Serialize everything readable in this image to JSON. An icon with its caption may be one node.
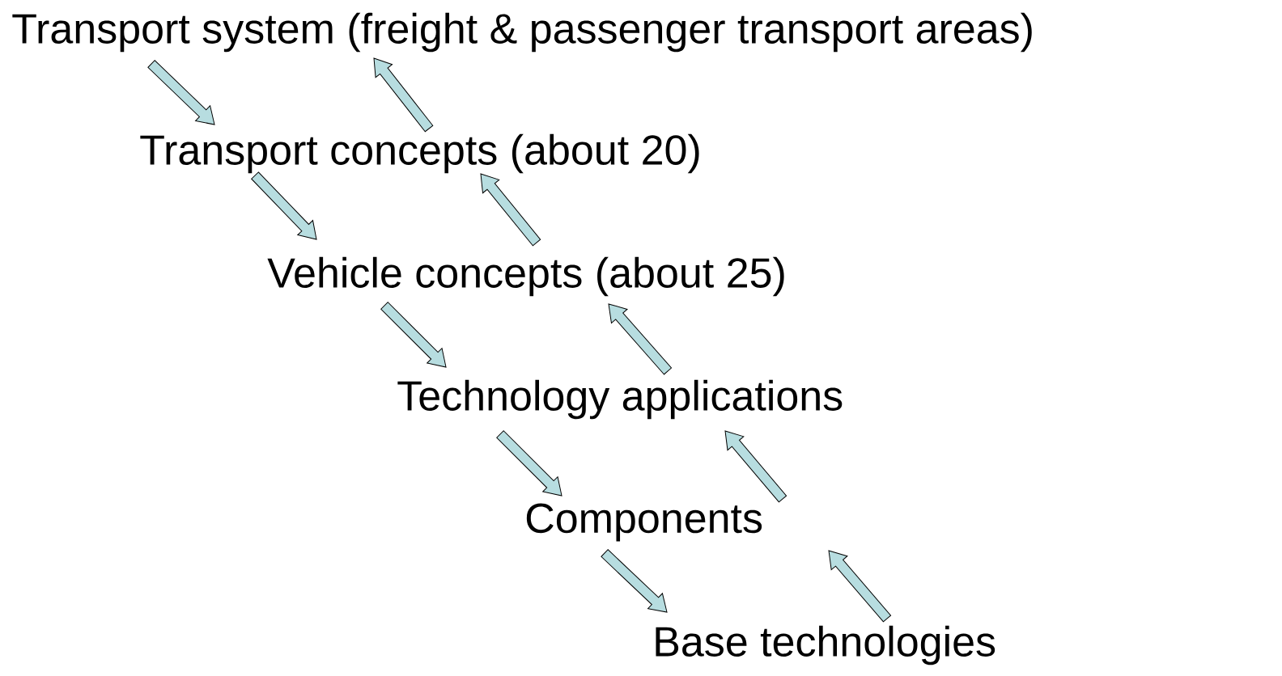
{
  "diagram": {
    "nodes": [
      {
        "text": [
          "Transport system (freight & passenger transport areas)"
        ]
      },
      {
        "text": [
          "Transport concepts (about 20)"
        ]
      },
      {
        "text": [
          "Vehicle concepts (about 25)"
        ]
      },
      {
        "text": [
          "Technology applications"
        ]
      },
      {
        "text": [
          "Components"
        ]
      },
      {
        "text": [
          "Base technologies"
        ]
      }
    ],
    "edges": [
      {
        "from": 0,
        "to": 1,
        "arrow": "to"
      },
      {
        "from": 1,
        "to": 0,
        "arrow": "to"
      },
      {
        "from": 1,
        "to": 2,
        "arrow": "to"
      },
      {
        "from": 2,
        "to": 1,
        "arrow": "to"
      },
      {
        "from": 2,
        "to": 3,
        "arrow": "to"
      },
      {
        "from": 3,
        "to": 2,
        "arrow": "to"
      },
      {
        "from": 3,
        "to": 4,
        "arrow": "to"
      },
      {
        "from": 4,
        "to": 3,
        "arrow": "to"
      },
      {
        "from": 4,
        "to": 5,
        "arrow": "to"
      },
      {
        "from": 5,
        "to": 4,
        "arrow": "to"
      }
    ]
  }
}
